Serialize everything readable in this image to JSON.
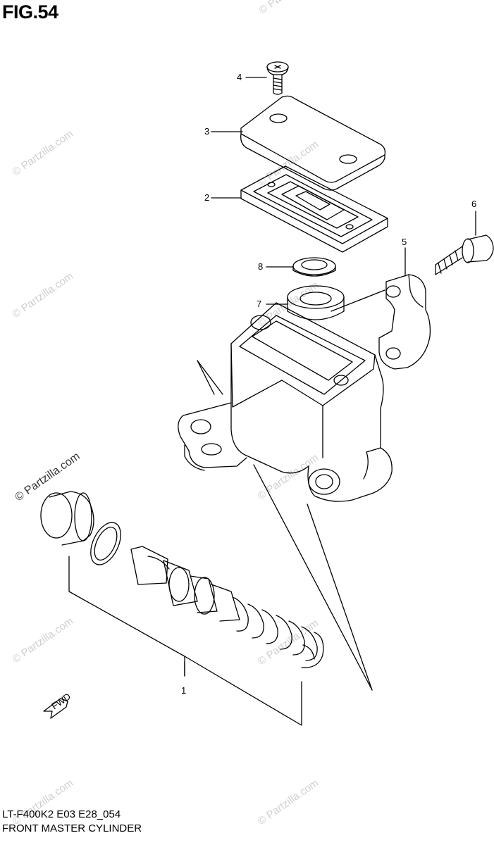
{
  "figure": {
    "title": "FIG.54",
    "model_code": "LT-F400K2 E03 E28_054",
    "caption": "FRONT MASTER CYLINDER"
  },
  "callouts": [
    "4",
    "3",
    "2",
    "8",
    "7",
    "5",
    "6",
    "1"
  ],
  "direction_arrow": {
    "text": "FWD",
    "icon": "fwd-arrow-icon"
  },
  "watermark": {
    "text": "© Partzilla.com"
  },
  "colors": {
    "ink": "#000000",
    "watermark": "#cfcfcf",
    "background": "#ffffff"
  }
}
